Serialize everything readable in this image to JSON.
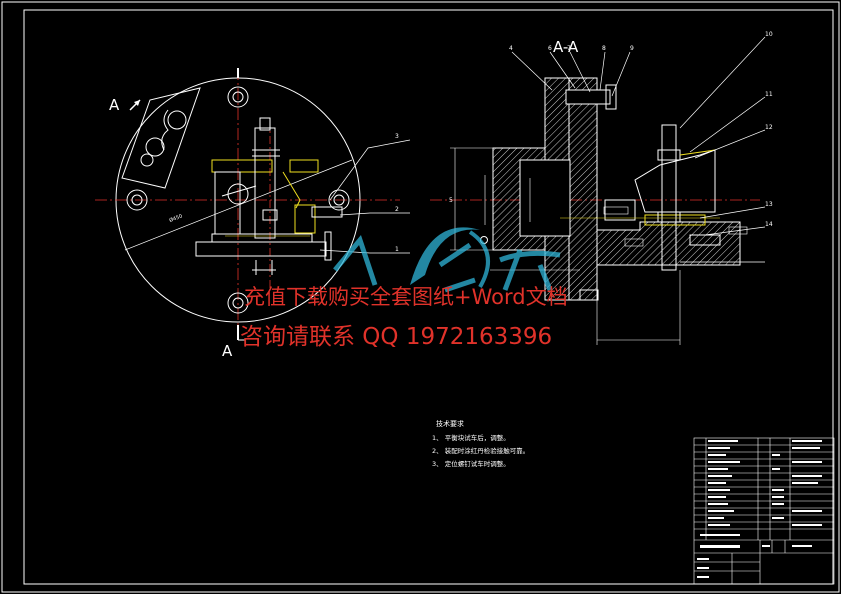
{
  "colors": {
    "background": "#000000",
    "line": "#ffffff",
    "centerline": "#e0322a",
    "yellow": "#f0e020",
    "cyan": "#2fb5d8",
    "watermark": "#e0322a"
  },
  "view_labels": {
    "section_title": "A-A",
    "view_mark_top": "A",
    "view_mark_bottom": "A"
  },
  "callouts": [
    "1",
    "2",
    "3",
    "4",
    "5",
    "6",
    "7",
    "8",
    "9",
    "10",
    "11",
    "12",
    "13",
    "14"
  ],
  "tech_notes": {
    "title": "技术要求",
    "lines": [
      "1、  平衡块试车后，调整。",
      "2、  装配时涂红丹检验接触可靠。",
      "3、  定位螺钉试车时调整。"
    ]
  },
  "watermark": {
    "line1": "充值下载购买全套图纸+Word文档",
    "line2": "咨询请联系  QQ 1972163396"
  },
  "icons": [
    "watermark-logo-icon",
    "view-arrow-icon"
  ]
}
